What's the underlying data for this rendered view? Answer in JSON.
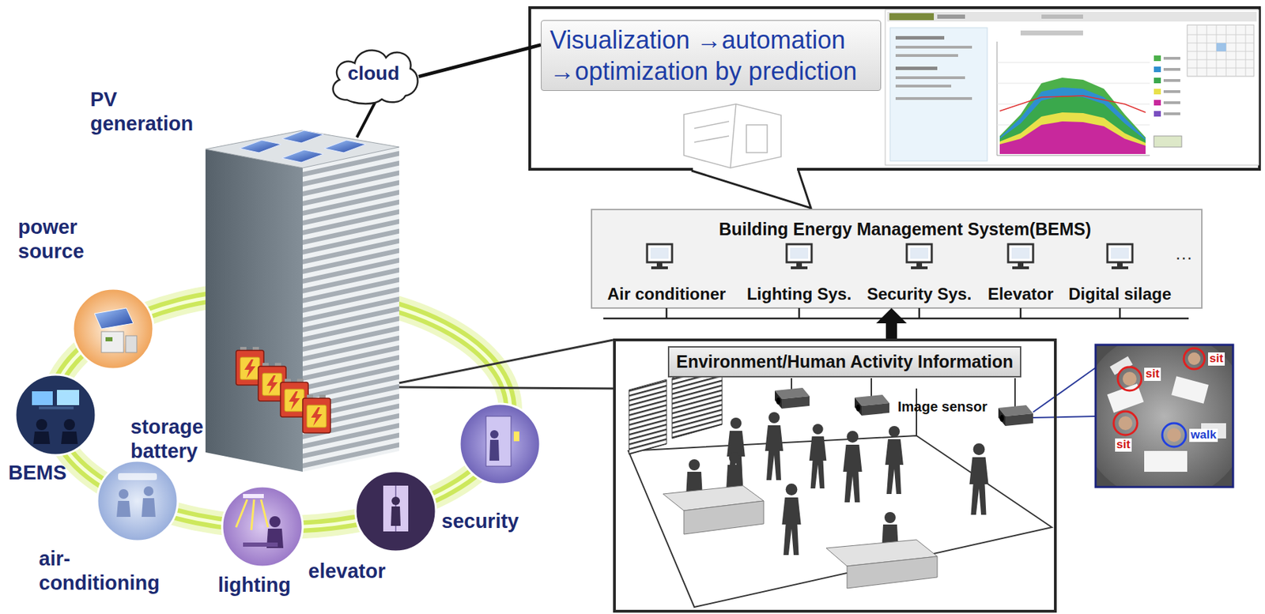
{
  "diagram": {
    "nodes": [
      {
        "text": [
          "cloud"
        ]
      },
      {
        "text": [
          "Visualization →automation →optimization by prediction"
        ]
      },
      {
        "text": [
          "Building Energy Management System(BEMS)"
        ]
      },
      {
        "text": [
          "Environment/Human Activity Information"
        ]
      }
    ],
    "edges": [
      {
        "from": 0,
        "to": 1,
        "arrow": "none"
      },
      {
        "from": 3,
        "to": 2,
        "arrow": "to"
      }
    ],
    "labels": [
      "PV generation",
      "power source",
      "storage battery",
      "BEMS",
      "air-conditioning",
      "lighting",
      "elevator",
      "security",
      "Air conditioner",
      "Lighting Sys.",
      "Security Sys.",
      "Elevator",
      "Digital silage",
      "…",
      "Image sensor",
      "sit",
      "sit",
      "sit",
      "walk"
    ]
  }
}
